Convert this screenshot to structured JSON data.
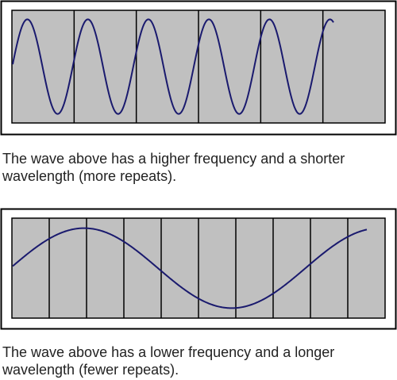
{
  "diagrams": [
    {
      "caption": "The wave above has a higher frequency and a shorter wavelength (more repeats).",
      "panel_count": 6,
      "cycles": 5.3,
      "amplitude_fraction": 0.42
    },
    {
      "caption": "The wave above has a lower frequency and a longer wavelength (fewer repeats).",
      "panel_count": 10,
      "cycles": 1.2,
      "amplitude_fraction": 0.4
    }
  ],
  "colors": {
    "panel_fill": "#c0c0c0",
    "border": "#000000",
    "wave": "#1a1a6e",
    "text": "#222222"
  }
}
